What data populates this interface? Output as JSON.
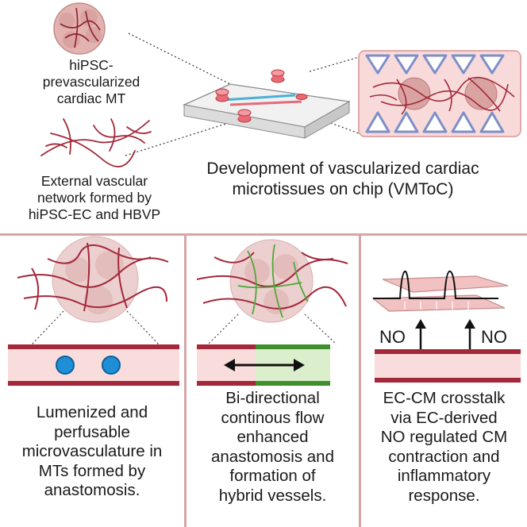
{
  "top": {
    "mt_label": [
      "hiPSC-",
      "prevascularized",
      "cardiac MT"
    ],
    "network_label": [
      "External vascular",
      "network formed by",
      "hiPSC-EC and HBVP"
    ],
    "title": [
      "Development of vascularized cardiac",
      "microtissues on chip (VMToC)"
    ]
  },
  "panels": [
    {
      "caption": [
        "Lumenized and",
        "perfusable",
        "microvasculature in",
        "MTs formed by",
        "anastomosis."
      ]
    },
    {
      "caption": [
        "Bi-directional",
        "continous flow",
        "enhanced",
        "anastomosis and",
        "formation of",
        "hybrid vessels."
      ]
    },
    {
      "caption": [
        "EC-CM crosstalk",
        "via EC-derived",
        "NO regulated CM",
        "contraction and",
        "inflammatory",
        "response."
      ],
      "no_left": "NO",
      "no_right": "NO"
    }
  ],
  "colors": {
    "vessel": "#a3283a",
    "vessel_light": "#f3c9c9",
    "sep": "#d7a5a5",
    "hybrid": "#cfe9b8",
    "hybrid_line": "#3f8f2e",
    "rbc": "#1e8fd6"
  }
}
